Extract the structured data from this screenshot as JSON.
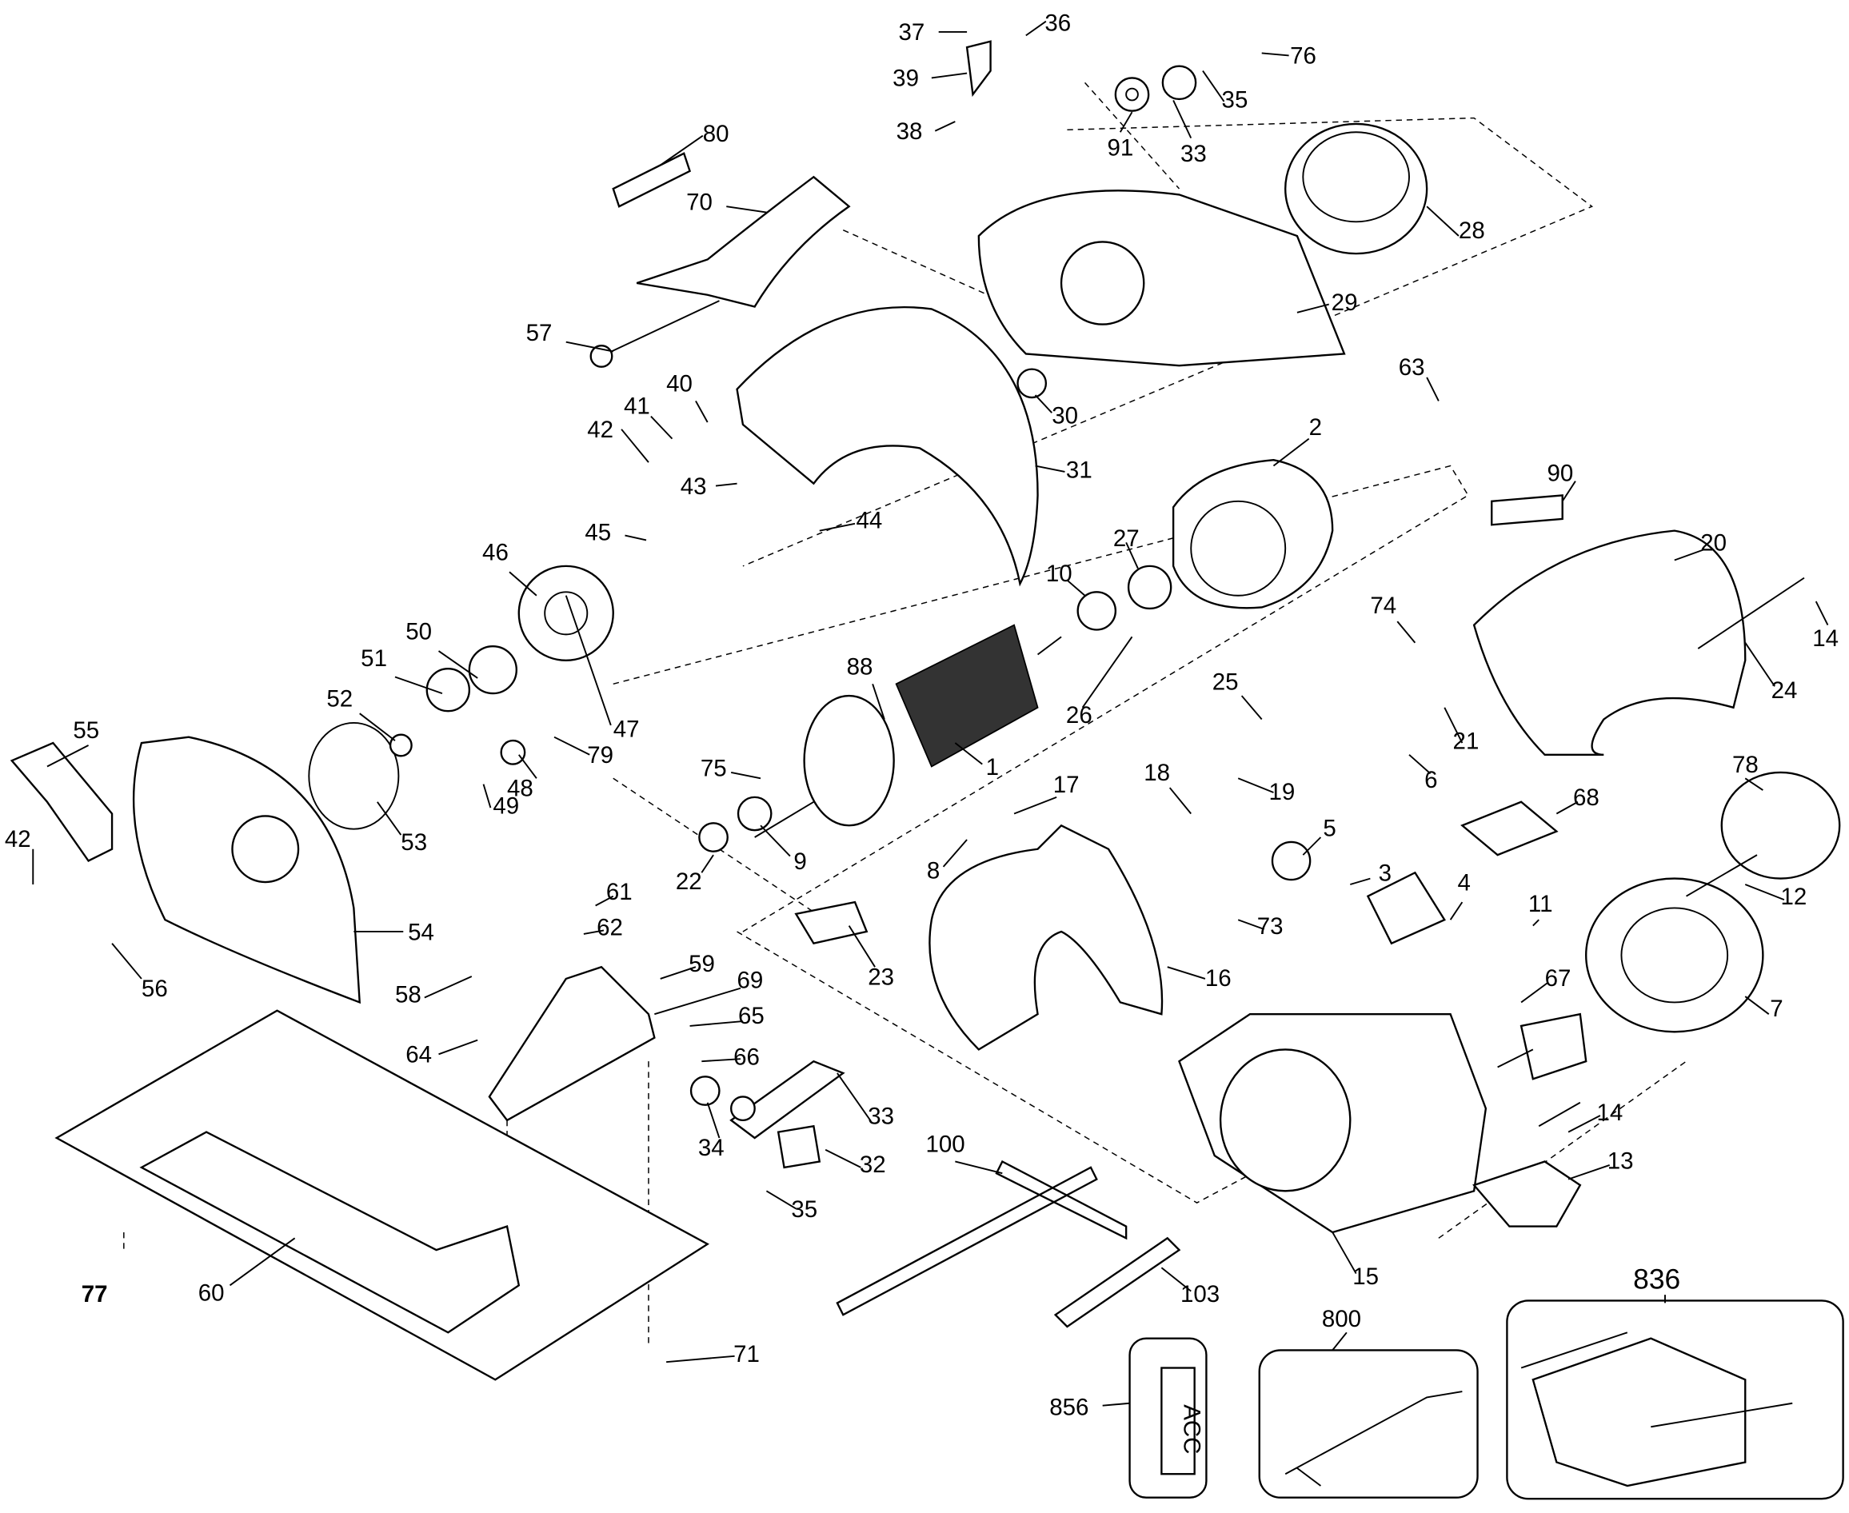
{
  "callouts": {
    "c37": "37",
    "c36": "36",
    "c39": "39",
    "c38": "38",
    "c80": "80",
    "c70": "70",
    "c57": "57",
    "c42a": "42",
    "c41": "41",
    "c40": "40",
    "c43": "43",
    "c45": "45",
    "c44": "44",
    "c46": "46",
    "c50": "50",
    "c51": "51",
    "c52": "52",
    "c47": "47",
    "c79": "79",
    "c48": "48",
    "c49": "49",
    "c53": "53",
    "c55": "55",
    "c42b": "42",
    "c54": "54",
    "c56": "56",
    "c35a": "35",
    "c76": "76",
    "c91": "91",
    "c33a": "33",
    "c28": "28",
    "c29": "29",
    "c30": "30",
    "c31": "31",
    "c2": "2",
    "c63": "63",
    "c90": "90",
    "c20": "20",
    "c14a": "14",
    "c24": "24",
    "c27": "27",
    "c10": "10",
    "c88": "88",
    "c26": "26",
    "c74": "74",
    "c25": "25",
    "c21": "21",
    "c6": "6",
    "c1": "1",
    "c75": "75",
    "c22": "22",
    "c9": "9",
    "c17": "17",
    "c18": "18",
    "c19": "19",
    "c8": "8",
    "c5": "5",
    "c3": "3",
    "c73": "73",
    "c68": "68",
    "c78": "78",
    "c12": "12",
    "c4": "4",
    "c11": "11",
    "c7": "7",
    "c16": "16",
    "c23": "23",
    "c61": "61",
    "c62": "62",
    "c59": "59",
    "c58": "58",
    "c69": "69",
    "c65": "65",
    "c66": "66",
    "c64": "64",
    "c33b": "33",
    "c34": "34",
    "c32": "32",
    "c35b": "35",
    "c67": "67",
    "c14b": "14",
    "c13": "13",
    "c15": "15",
    "c100": "100",
    "c103": "103",
    "c60": "60",
    "c77": "77",
    "c71": "71",
    "c836": "836",
    "c800": "800",
    "c856": "856"
  },
  "kit_label_text": "ACC"
}
